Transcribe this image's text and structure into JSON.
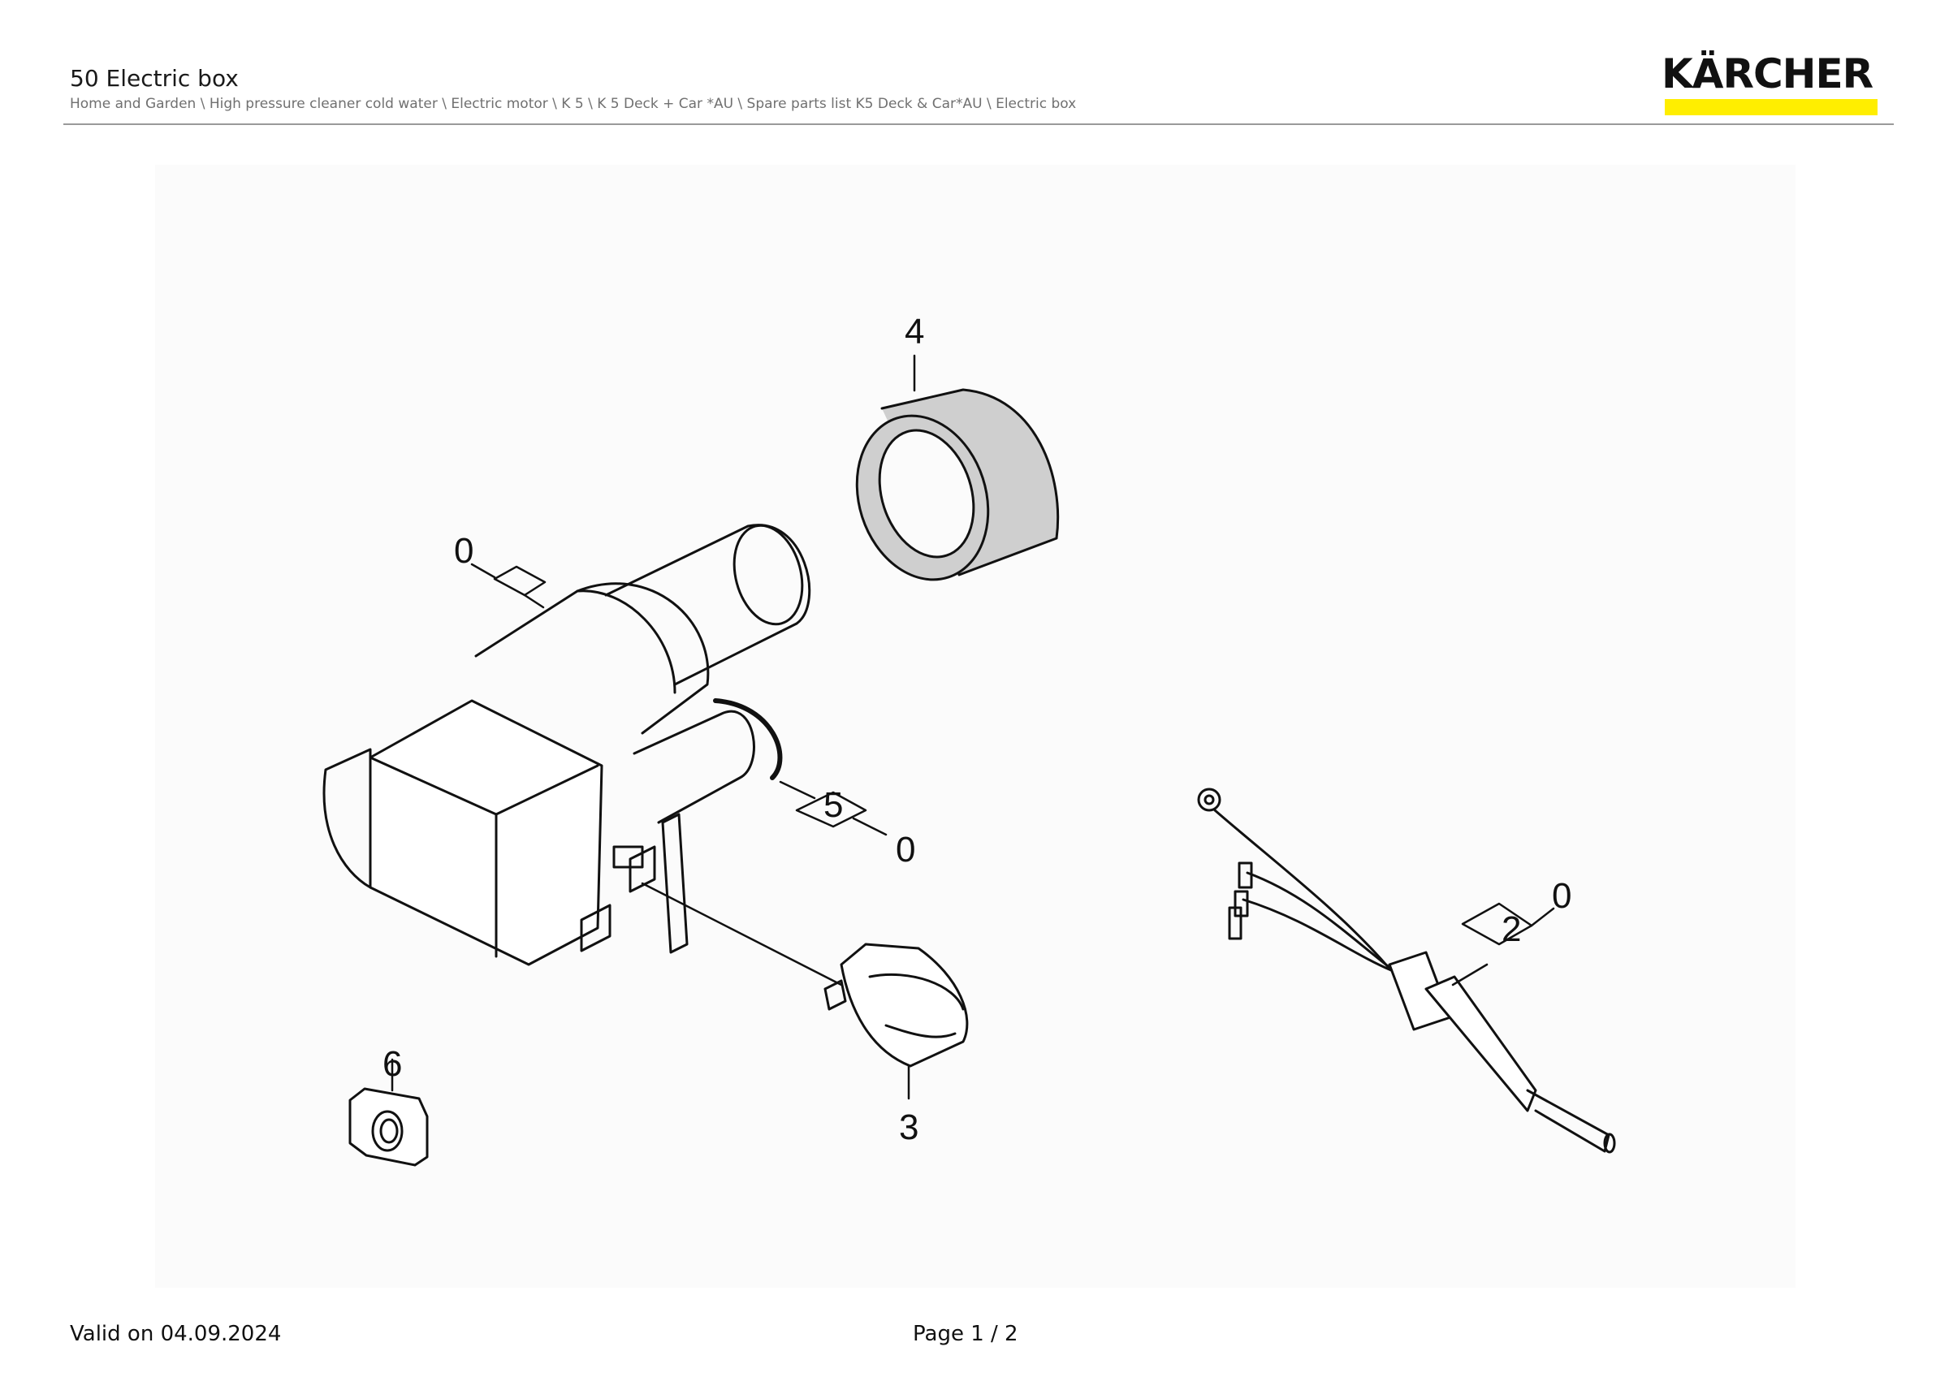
{
  "header": {
    "title": "50 Electric box",
    "breadcrumb": "Home and Garden \\ High pressure cleaner cold water \\ Electric motor \\ K 5 \\ K 5 Deck + Car *AU \\ Spare parts list K5 Deck & Car*AU \\ Electric box"
  },
  "logo": {
    "text": "KÄRCHER",
    "accent_color": "#ffee00"
  },
  "diagram": {
    "callouts": {
      "c0a": "0",
      "c0b": "0",
      "c0c": "0",
      "c2": "2",
      "c3": "3",
      "c4": "4",
      "c5": "5",
      "c6": "6"
    }
  },
  "footer": {
    "valid_on": "Valid on 04.09.2024",
    "page": "Page 1 / 2"
  }
}
